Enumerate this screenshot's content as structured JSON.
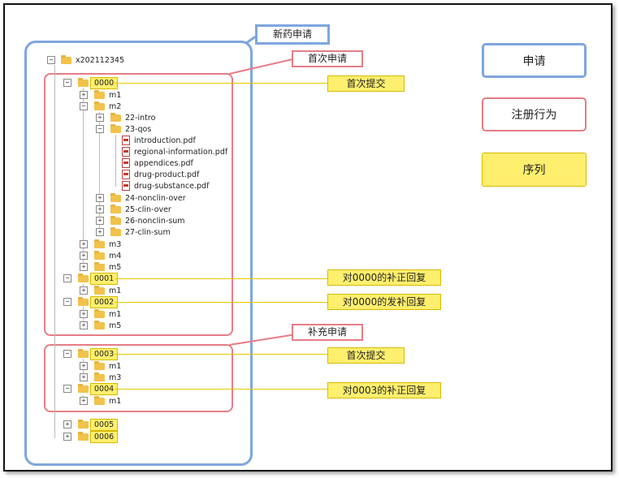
{
  "root_label": "x202112345",
  "tags": {
    "new_drug": "新药申请",
    "initial_app": "首次申请",
    "supplement_app": "补充申请",
    "initial_submit_1": "首次提交",
    "reply_0000_correction": "对0000的补正回复",
    "reply_0000_supplement": "对0000的发补回复",
    "initial_submit_2": "首次提交",
    "reply_0003_correction": "对0003的补正回复"
  },
  "legend": {
    "application": "申请",
    "regulatory_activity": "注册行为",
    "sequence": "序列"
  },
  "tree": {
    "seq_0000": "0000",
    "m1": "m1",
    "m2": "m2",
    "m2_22": "22-intro",
    "m2_23": "23-qos",
    "pdf1": "introduction.pdf",
    "pdf2": "regional-information.pdf",
    "pdf3": "appendices.pdf",
    "pdf4": "drug-product.pdf",
    "pdf5": "drug-substance.pdf",
    "m2_24": "24-nonclin-over",
    "m2_25": "25-clin-over",
    "m2_26": "26-nonclin-sum",
    "m2_27": "27-clin-sum",
    "m3": "m3",
    "m4": "m4",
    "m5": "m5",
    "seq_0001": "0001",
    "s1_m1": "m1",
    "seq_0002": "0002",
    "s2_m1": "m1",
    "s2_m5": "m5",
    "seq_0003": "0003",
    "s3_m1": "m1",
    "s3_m3": "m3",
    "seq_0004": "0004",
    "s4_m1": "m1",
    "seq_0005": "0005",
    "seq_0006": "0006"
  },
  "toggles": {
    "expanded": "−",
    "collapsed": "+"
  },
  "colors": {
    "application": "#7ea6dd",
    "regulatory_activity": "#e57d86",
    "sequence": "#ffef6e"
  }
}
